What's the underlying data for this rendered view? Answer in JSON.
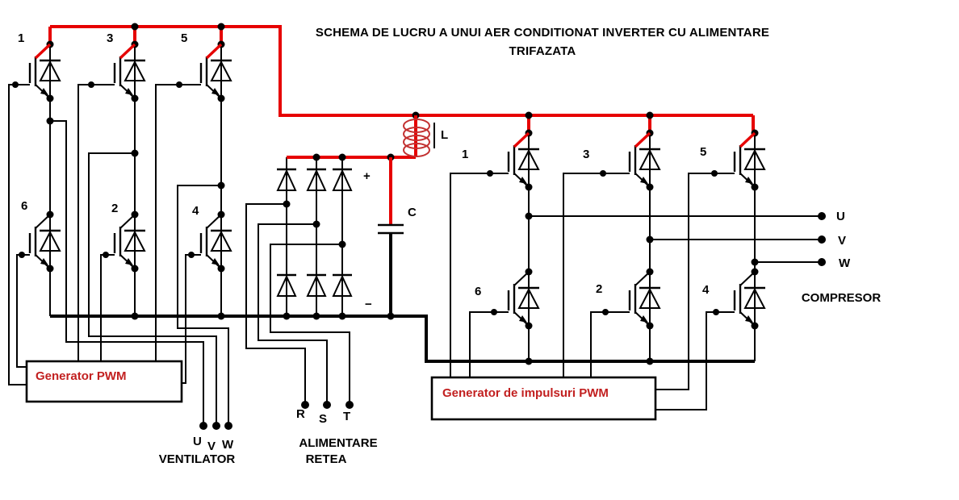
{
  "title": {
    "line1": "SCHEMA DE LUCRU A UNUI AER CONDITIONAT INVERTER CU ALIMENTARE",
    "line2": "TRIFAZATA"
  },
  "fan_inverter": {
    "igbt_labels": {
      "t1": "1",
      "t3": "3",
      "t5": "5",
      "t6": "6",
      "t2": "2",
      "t4": "4"
    },
    "pwm_box_label": "Generator PWM",
    "output_labels": {
      "u": "U",
      "v": "V",
      "w": "W"
    },
    "load_label": "VENTILATOR"
  },
  "rectifier": {
    "input_labels": {
      "r": "R",
      "s": "S",
      "t": "T"
    },
    "supply_label_line1": "ALIMENTARE",
    "supply_label_line2": "RETEA"
  },
  "dc_link": {
    "inductor_label": "L",
    "capacitor_label": "C",
    "plus_label": "+",
    "minus_label": "−"
  },
  "compressor_inverter": {
    "igbt_labels": {
      "t1": "1",
      "t3": "3",
      "t5": "5",
      "t6": "6",
      "t2": "2",
      "t4": "4"
    },
    "pwm_box_label": "Generator de impulsuri PWM",
    "output_labels": {
      "u": "U",
      "v": "V",
      "w": "W"
    },
    "load_label": "COMPRESOR"
  },
  "colors": {
    "wire_red": "#e60000",
    "coil_red": "#c23030",
    "text_red": "#c22020",
    "wire_black": "#000000",
    "background": "#ffffff"
  }
}
